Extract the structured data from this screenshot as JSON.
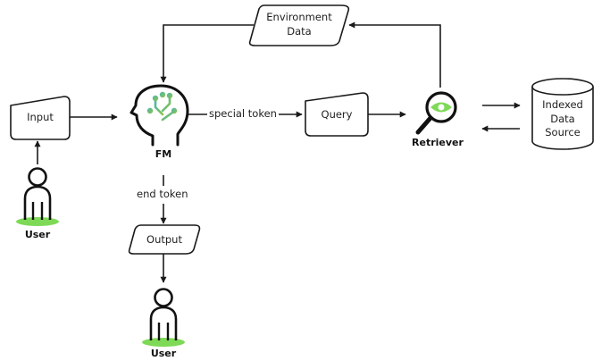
{
  "nodes": {
    "input": "Input",
    "fm": "FM",
    "query": "Query",
    "retriever": "Retriever",
    "environment": [
      "Environment",
      "Data"
    ],
    "indexed": [
      "Indexed",
      "Data",
      "Source"
    ],
    "output": "Output",
    "user_top": "User",
    "user_bottom": "User"
  },
  "edges": {
    "special_token": "special token",
    "end_token": "end token"
  },
  "icons": {
    "fm": "head-with-circuit-icon",
    "retriever": "magnifier-eye-icon",
    "user": "person-icon",
    "database": "cylinder-database-icon"
  },
  "colors": {
    "accent_green": "#7ed957",
    "fm_gradient_start": "#4db6ac",
    "fm_gradient_end": "#8bc34a",
    "stroke": "#1a1a1a"
  }
}
